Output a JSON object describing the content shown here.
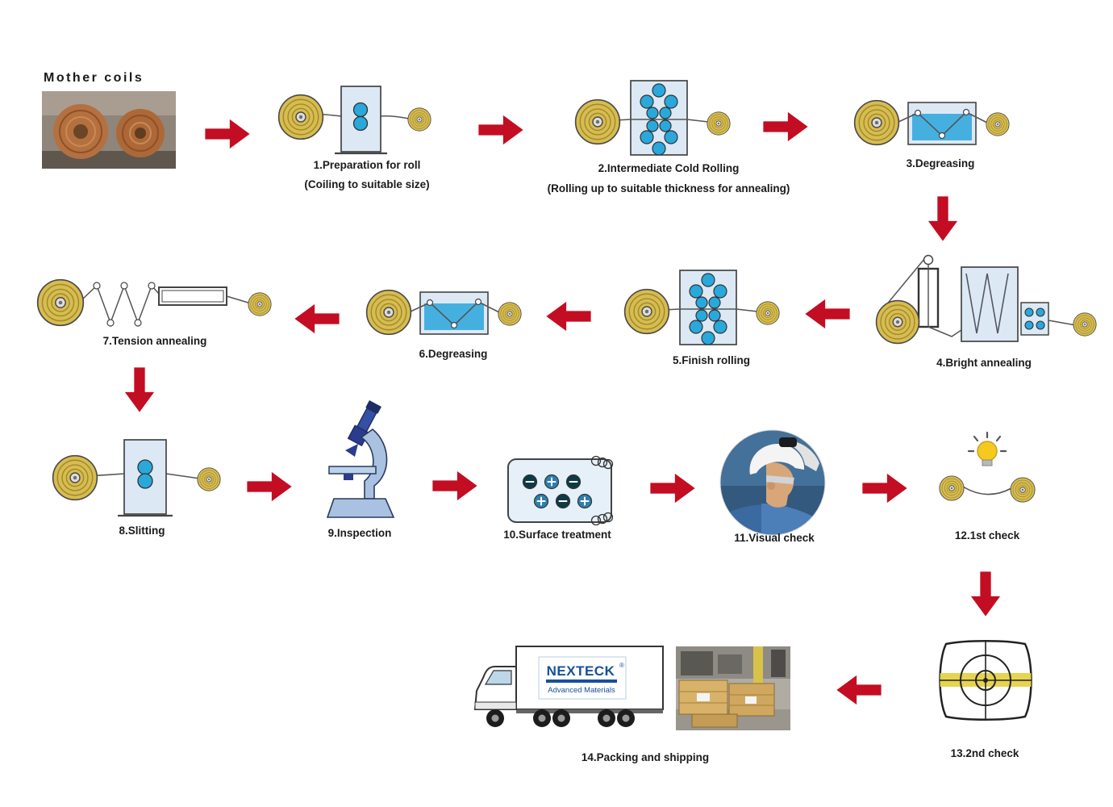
{
  "theme": {
    "arrow_red": "#c30d23",
    "coil_gold": "#d8bc4e",
    "machine_blue": "#dce9f4",
    "roller_blue": "#29a8dc",
    "liquid_blue": "#45b0e0",
    "label_color": "#1a1a1a",
    "logo_blue": "#164f9e"
  },
  "mother_coils": {
    "label": "Mother coils"
  },
  "steps": [
    {
      "label": "1.Preparation for roll",
      "sublabel": "(Coiling to suitable size)"
    },
    {
      "label": "2.Intermediate Cold Rolling",
      "sublabel": "(Rolling up to suitable thickness for annealing)"
    },
    {
      "label": "3.Degreasing"
    },
    {
      "label": "4.Bright annealing"
    },
    {
      "label": "5.Finish rolling"
    },
    {
      "label": "6.Degreasing"
    },
    {
      "label": "7.Tension annealing"
    },
    {
      "label": "8.Slitting"
    },
    {
      "label": "9.Inspection"
    },
    {
      "label": "10.Surface treatment"
    },
    {
      "label": "11.Visual check"
    },
    {
      "label": "12.1st check"
    },
    {
      "label": "13.2nd check"
    },
    {
      "label": "14.Packing and shipping"
    }
  ],
  "truck": {
    "brand": "NEXTECK",
    "reg": "®",
    "tagline": "Advanced Materials"
  }
}
